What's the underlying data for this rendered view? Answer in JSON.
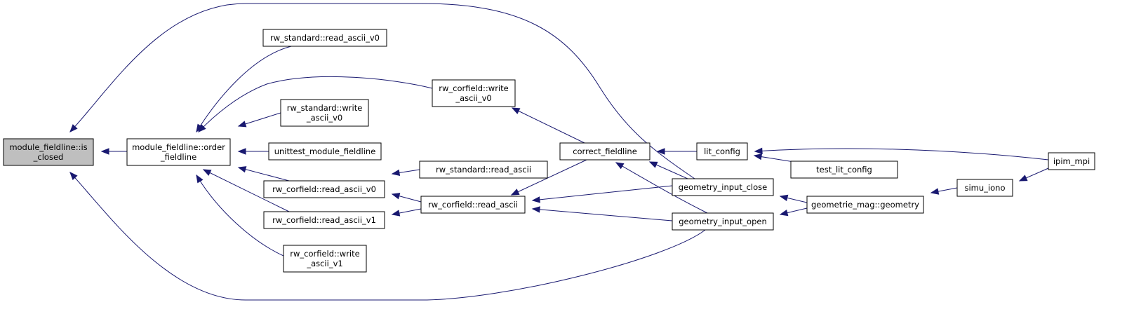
{
  "colors": {
    "edge": "#191970",
    "node_fill": "#ffffff",
    "root_fill": "#bfbfbf",
    "node_border": "#000000"
  },
  "nodes": {
    "is_closed": {
      "lines": [
        "module_fieldline::is",
        "_closed"
      ],
      "root": true
    },
    "order_fieldline": {
      "lines": [
        "module_fieldline::order",
        "_fieldline"
      ]
    },
    "std_read_ascii_v0": {
      "lines": [
        "rw_standard::read_ascii_v0"
      ]
    },
    "cor_write_ascii_v0": {
      "lines": [
        "rw_corfield::write",
        "_ascii_v0"
      ]
    },
    "std_write_ascii_v0": {
      "lines": [
        "rw_standard::write",
        "_ascii_v0"
      ]
    },
    "unittest": {
      "lines": [
        "unittest_module_fieldline"
      ]
    },
    "cor_read_ascii_v0": {
      "lines": [
        "rw_corfield::read_ascii_v0"
      ]
    },
    "cor_read_ascii_v1": {
      "lines": [
        "rw_corfield::read_ascii_v1"
      ]
    },
    "cor_write_ascii_v1": {
      "lines": [
        "rw_corfield::write",
        "_ascii_v1"
      ]
    },
    "std_read_ascii": {
      "lines": [
        "rw_standard::read_ascii"
      ]
    },
    "cor_read_ascii": {
      "lines": [
        "rw_corfield::read_ascii"
      ]
    },
    "correct_fieldline": {
      "lines": [
        "correct_fieldline"
      ]
    },
    "lit_config": {
      "lines": [
        "lit_config"
      ]
    },
    "test_lit_config": {
      "lines": [
        "test_lit_config"
      ]
    },
    "geometry_input_close": {
      "lines": [
        "geometry_input_close"
      ]
    },
    "geometry_input_open": {
      "lines": [
        "geometry_input_open"
      ]
    },
    "geometrie_mag": {
      "lines": [
        "geometrie_mag::geometry"
      ]
    },
    "simu_iono": {
      "lines": [
        "simu_iono"
      ]
    },
    "ipim_mpi": {
      "lines": [
        "ipim_mpi"
      ]
    }
  },
  "edges": [
    {
      "from": "order_fieldline",
      "to": "is_closed"
    },
    {
      "from": "geometry_input_close",
      "to": "is_closed"
    },
    {
      "from": "geometry_input_open",
      "to": "is_closed"
    },
    {
      "from": "std_read_ascii_v0",
      "to": "order_fieldline"
    },
    {
      "from": "cor_write_ascii_v0",
      "to": "order_fieldline"
    },
    {
      "from": "std_write_ascii_v0",
      "to": "order_fieldline"
    },
    {
      "from": "unittest",
      "to": "order_fieldline"
    },
    {
      "from": "cor_read_ascii_v0",
      "to": "order_fieldline"
    },
    {
      "from": "cor_read_ascii_v1",
      "to": "order_fieldline"
    },
    {
      "from": "cor_write_ascii_v1",
      "to": "order_fieldline"
    },
    {
      "from": "correct_fieldline",
      "to": "cor_write_ascii_v0"
    },
    {
      "from": "std_read_ascii",
      "to": "cor_read_ascii_v0"
    },
    {
      "from": "cor_read_ascii",
      "to": "cor_read_ascii_v0"
    },
    {
      "from": "cor_read_ascii",
      "to": "cor_read_ascii_v1"
    },
    {
      "from": "correct_fieldline",
      "to": "cor_read_ascii"
    },
    {
      "from": "geometry_input_close",
      "to": "cor_read_ascii"
    },
    {
      "from": "geometry_input_open",
      "to": "cor_read_ascii"
    },
    {
      "from": "lit_config",
      "to": "correct_fieldline"
    },
    {
      "from": "geometry_input_close",
      "to": "correct_fieldline"
    },
    {
      "from": "geometry_input_open",
      "to": "correct_fieldline"
    },
    {
      "from": "ipim_mpi",
      "to": "lit_config"
    },
    {
      "from": "test_lit_config",
      "to": "lit_config"
    },
    {
      "from": "geometrie_mag",
      "to": "geometry_input_close"
    },
    {
      "from": "geometrie_mag",
      "to": "geometry_input_open"
    },
    {
      "from": "simu_iono",
      "to": "geometrie_mag"
    },
    {
      "from": "ipim_mpi",
      "to": "simu_iono"
    }
  ]
}
